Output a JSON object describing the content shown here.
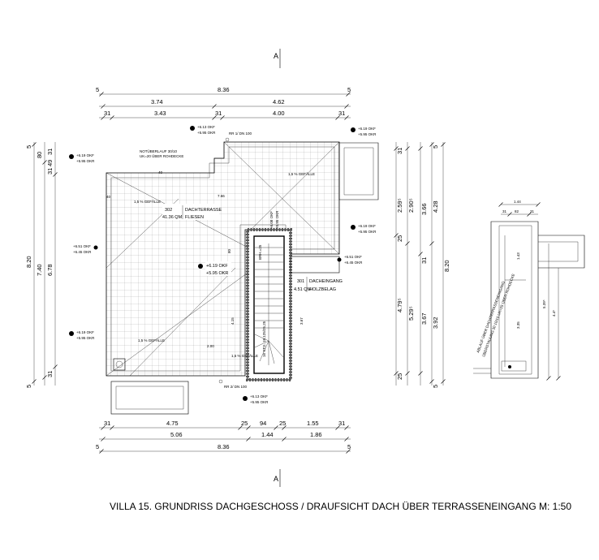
{
  "title": "VILLA 15. GRUNDRISS DACHGESCHOSS / DRAUFSICHT DACH ÜBER TERRASSENEINGANG M:  1:50",
  "section_mark": "A",
  "top_dims": {
    "overall": "8.36",
    "row2": [
      "3.74",
      "4.62"
    ],
    "row3": [
      "3.43",
      "4.00"
    ],
    "ends": [
      "5",
      "5"
    ],
    "small": [
      "31",
      "31",
      "31"
    ]
  },
  "bottom_dims": {
    "row1": [
      "4.75",
      "25",
      "94",
      "25",
      "1.55"
    ],
    "row2": [
      "5.06",
      "1.44",
      "1.86"
    ],
    "overall": "8.36",
    "ends": [
      "31",
      "31",
      "5",
      "5"
    ]
  },
  "left_dims": {
    "outer": "8.20",
    "mid": "7.40",
    "inner": "6.78",
    "small": [
      "5",
      "80",
      "31",
      "49",
      "31",
      "31",
      "5"
    ]
  },
  "right_dims": {
    "a": [
      "2.59⁵",
      "2.90⁵",
      "4.79⁵",
      "5.29⁵"
    ],
    "b": [
      "3.66",
      "3.67"
    ],
    "c": [
      "4.28",
      "3.92"
    ],
    "outer": "8.20",
    "small": [
      "31",
      "25",
      "31",
      "25",
      "5",
      "5"
    ]
  },
  "rooms": {
    "terrace_num": "302",
    "terrace_name": "DACHTERRASSE",
    "terrace_area": "41.36 QM",
    "terrace_floor": "FLIESEN",
    "entry_num": "301",
    "entry_name": "DACHEINGANG",
    "entry_area": "4.51 QM",
    "entry_floor": "HOLZBELAG"
  },
  "levels": {
    "center1": "+6.19 OKF",
    "center2": "+5.95 OKR",
    "stair1": "+6.08 OKF",
    "stair2": "+5.95 OKR",
    "tl1": "+6.13 OKF",
    "tl2": "+5.95 OKR",
    "tr1": "+6.19 OKF",
    "tr2": "+5.95 OKR",
    "l1": "+6.19 OKF",
    "l2": "+5.95 OKR",
    "lm1": "+6.51 OKF",
    "lm2": "+6.45 OKR",
    "lb1": "+6.19 OKF",
    "lb2": "+5.95 OKR",
    "r1": "+6.19 OKF",
    "r2": "+5.95 OKR",
    "rm1": "+6.51 OKF",
    "rm2": "+6.45 OKR",
    "b1": "+6.13 OKF",
    "b2": "+5.95 OKR"
  },
  "notes": {
    "rr1": "RR 1/ DN 100",
    "rr2": "RR 2/ DN 100",
    "notueberlauf": "NOTÜBERLAUF 30/10",
    "ohne": "UK=20 ÜBER ROHDECKE",
    "gefaelle": "1,5 % GEFÄLLE",
    "stair": "16 STG. 18,125/25,25",
    "stair_small": "BRH.=25",
    "side1": "ABLAUF ÜBER DACHTERRASSENEINGANG",
    "side2": "ÜBERSTAUUNG 30 10/10 UK=25 ÜBER ROHDECKE",
    "dim_766": "7.66",
    "dim_415": "4.15",
    "dim_367": "3.67",
    "dim_200": "2.00",
    "dim_40": "40",
    "dim_80": "80"
  },
  "side": {
    "w": "1.44",
    "parts": [
      "31",
      "82",
      "31"
    ],
    "h1": "1.43",
    "h2": "3.35",
    "v1": "5.39⁵",
    "v2": "4.4⁵"
  }
}
